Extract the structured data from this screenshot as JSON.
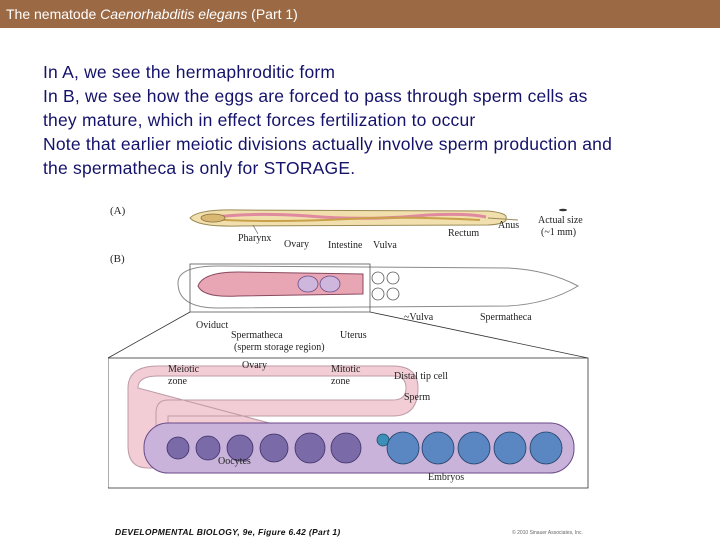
{
  "slide": {
    "title_prefix": "The nematode ",
    "title_italic": "Caenorhabditis elegans",
    "title_suffix": " (Part 1)",
    "lines": [
      "In A, we see the hermaphroditic form",
      "In B, we see how the eggs are forced to pass through sperm cells as",
      "they mature, which in effect forces fertilization to occur",
      "Note that earlier meiotic divisions actually involve sperm production and",
      "the spermatheca is only for STORAGE."
    ]
  },
  "figure": {
    "panel_a": "(A)",
    "panel_b": "(B)",
    "labels": {
      "pharynx": "Pharynx",
      "ovary": "Ovary",
      "intestine": "Intestine",
      "vulva": "Vulva",
      "rectum": "Rectum",
      "anus": "Anus",
      "actual_size": "Actual size",
      "actual_size_value": "(~1 mm)",
      "oviduct": "Oviduct",
      "spermatheca": "Spermatheca",
      "storage_region": "(sperm storage region)",
      "uterus": "Uterus",
      "vulva_b": "~Vulva",
      "spermatheca_b": "Spermatheca",
      "meiotic": "Meiotic",
      "meiotic_zone": "zone",
      "ovary_zoom": "Ovary",
      "mitotic": "Mitotic",
      "mitotic_zone": "zone",
      "distal_tip": "Distal tip cell",
      "sperm": "Sperm",
      "oocytes": "Oocytes",
      "embryos": "Embryos"
    },
    "caption": "DEVELOPMENTAL BIOLOGY, 9e, Figure 6.42 (Part 1)",
    "copyright": "© 2010 Sinauer Associates, Inc."
  },
  "colors": {
    "title_bar": "#9b6a45",
    "body_text": "#14126a",
    "worm_fill": "#f2dfae",
    "gonad_pink": "#e8a6b4",
    "oocyte_purple": "#7a6aa8",
    "sperm_blue": "#3d8fb8"
  }
}
